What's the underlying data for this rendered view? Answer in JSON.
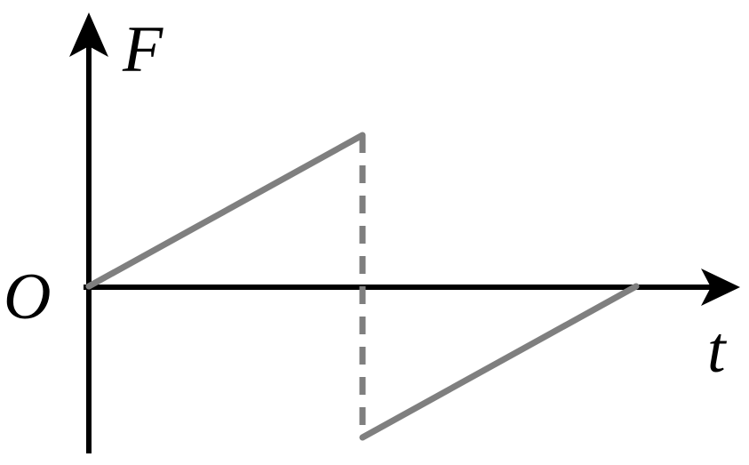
{
  "chart_data": {
    "type": "line",
    "xlabel": "t",
    "ylabel": "F",
    "origin_label": "O",
    "xlim": [
      0,
      2.05
    ],
    "ylim": [
      -1.05,
      1.05
    ],
    "series": [
      {
        "style": "solid",
        "points": [
          [
            0,
            0
          ],
          [
            1,
            1
          ]
        ]
      },
      {
        "style": "dashed",
        "points": [
          [
            1,
            1
          ],
          [
            1,
            -1
          ]
        ]
      },
      {
        "style": "solid",
        "points": [
          [
            1,
            -1
          ],
          [
            2,
            0
          ]
        ]
      }
    ],
    "colors": {
      "axis": "#000000",
      "series": "#7f7f7f"
    }
  }
}
